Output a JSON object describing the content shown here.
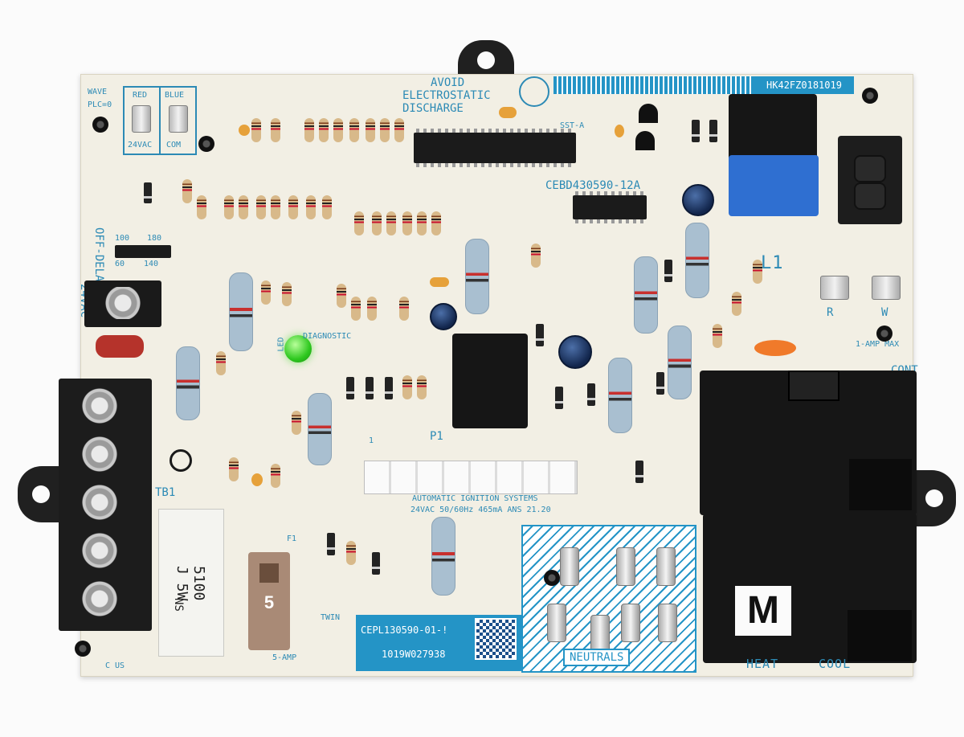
{
  "board": {
    "warning_line1": "AVOID",
    "warning_line2": "ELECTROSTATIC",
    "warning_line3": "DISCHARGE",
    "serial_number": "HK42FZ0181019",
    "chip_code": "CEBD430590-12A",
    "standards_text": "AUTOMATIC IGNITION SYSTEMS",
    "rating_text": "24VAC 50/60Hz 465mA ANS 21.20",
    "part_label_line1": "CEPL130590-01-!",
    "part_label_line2": "1019W027938",
    "neutrals_label": "NEUTRALS",
    "heat_label": "HEAT",
    "cool_label": "COOL",
    "relay_letter": "M",
    "fuse_value": "5",
    "fuse_label": "5-AMP",
    "twin_label": "TWIN",
    "cont_label": "CONT",
    "amp_label": "1-AMP MAX",
    "l1_label": "L1",
    "r_label": "R",
    "w_label": "W",
    "tb1_label": "TB1",
    "p1_label": "P1",
    "f1_label": "F1",
    "sst_label": "SST-A",
    "pin_label": "1",
    "off_delay_label": "OFF-DELAY HEAT",
    "vac_label": "24VAC",
    "red_label": "RED",
    "blue_label": "BLUE",
    "vac24_label": "24VAC",
    "com_label": "COM",
    "plc_label": "PLC=0",
    "wave_label": "WAVE",
    "delay_values": [
      "100",
      "180",
      "60",
      "140"
    ],
    "resistor_text_line1": "5100 J 5W",
    "resistor_text_line2": "NS",
    "diagnostic_label": "DIAGNOSTIC",
    "led_label": "LED",
    "ul_label": "C US"
  },
  "colors": {
    "board": "#f2efe4",
    "silkscreen": "#2c8ab5",
    "label_block": "#2494c6",
    "led": "#2ec81f"
  }
}
